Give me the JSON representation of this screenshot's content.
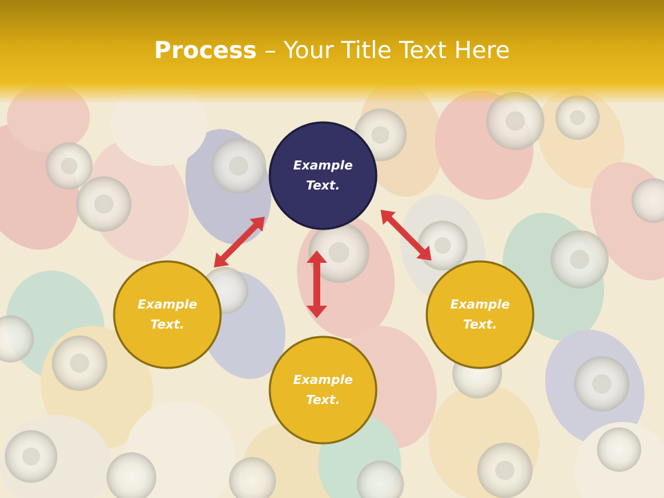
{
  "slide": {
    "title_bold": "Process",
    "title_dash": " – ",
    "title_rest": "Your Title Text Here"
  },
  "nodes": [
    {
      "id": "top",
      "line1": "Example",
      "line2": "Text.",
      "fill": "#343163"
    },
    {
      "id": "left",
      "line1": "Example",
      "line2": "Text.",
      "fill": "#e9b928"
    },
    {
      "id": "bottom",
      "line1": "Example",
      "line2": "Text.",
      "fill": "#e9b928"
    },
    {
      "id": "right",
      "line1": "Example",
      "line2": "Text.",
      "fill": "#e9b928"
    }
  ],
  "colors": {
    "header": "#d9aa15",
    "node_border": "#8a6d12",
    "top_node_border": "#1c1b3a",
    "arrow": "#d63b3b"
  },
  "background_image": "colorful-thread-spools"
}
